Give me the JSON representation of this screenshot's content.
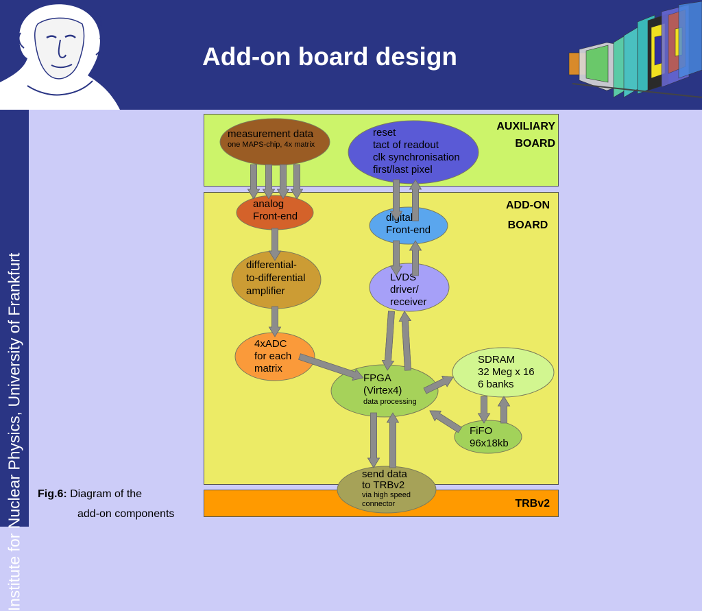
{
  "title": "Add-on board design",
  "sidebar_text": "Institute for Nuclear Physics, University of Frankfurt",
  "panels": {
    "auxiliary": [
      "AUXILIARY",
      "BOARD"
    ],
    "addon": [
      "ADD-ON",
      "BOARD"
    ],
    "trb": "TRBv2"
  },
  "caption": {
    "fig": "Fig.6:",
    "line1": "Diagram of the",
    "line2": "add-on components"
  },
  "nodes": {
    "measurement": {
      "lines": [
        "measurement data"
      ],
      "small": [
        "one MAPS-chip, 4x matrix"
      ]
    },
    "reset": {
      "lines": [
        "reset",
        "tact of readout",
        "clk synchronisation",
        "first/last pixel"
      ],
      "small": []
    },
    "analog": {
      "lines": [
        "analog",
        "Front-end"
      ],
      "small": []
    },
    "digital": {
      "lines": [
        "digital",
        "Front-end"
      ],
      "small": []
    },
    "diff": {
      "lines": [
        "differential-",
        "to-differential",
        "amplifier"
      ],
      "small": []
    },
    "lvds": {
      "lines": [
        "LVDS",
        "driver/",
        "receiver"
      ],
      "small": []
    },
    "adc": {
      "lines": [
        "4xADC",
        "for each",
        "matrix"
      ],
      "small": []
    },
    "fpga": {
      "lines": [
        "FPGA",
        "(Virtex4)"
      ],
      "small": [
        "data processing"
      ]
    },
    "sdram": {
      "lines": [
        "SDRAM",
        "32 Meg x 16",
        "6 banks"
      ],
      "small": []
    },
    "fifo": {
      "lines": [
        "FiFO",
        "96x18kb"
      ],
      "small": []
    },
    "send": {
      "lines": [
        "send data",
        "to TRBv2"
      ],
      "small": [
        "via high speed",
        "connector"
      ]
    }
  },
  "colors": {
    "header_bg": "#2a3584",
    "slide_bg": "#ccccf8",
    "aux_panel": "#ccf46a",
    "addon_panel": "#eceb66",
    "trb_panel": "#ff9a00",
    "arrow": "#8c8c8c",
    "measurement": "#9a5c24",
    "reset": "#5a5ad6",
    "analog": "#d4622a",
    "digital": "#5aa6ee",
    "diff": "#cc9c34",
    "lvds": "#a6a0f8",
    "adc": "#fa9a3a",
    "fpga": "#a6d25a",
    "sdram": "#d2f690",
    "fifo": "#a2d25a",
    "send": "#a6a258"
  },
  "images": {
    "portrait": "goethe-portrait",
    "detector": "detector-stations-illustration"
  }
}
